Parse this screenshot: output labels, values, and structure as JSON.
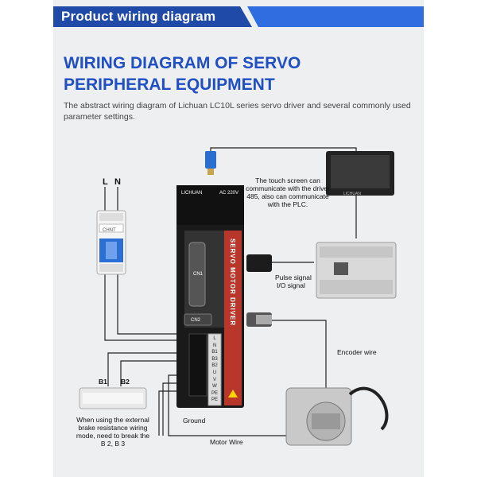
{
  "header": {
    "banner_title": "Product wiring diagram"
  },
  "headline": {
    "line1": "WIRING DIAGRAM OF SERVO",
    "line2": "PERIPHERAL EQUIPMENT"
  },
  "description": "The abstract wiring diagram of Lichuan LC10L series servo driver and several commonly used parameter settings.",
  "breaker": {
    "label_l": "L",
    "label_n": "N",
    "brand": "CHNT"
  },
  "driver": {
    "brand": "LICHUAN",
    "voltage": "AC 220V",
    "side_label": "SERVO MOTOR DRIVER",
    "port_cn1": "CN1",
    "port_cn2": "CN2",
    "terminals": [
      "L",
      "N",
      "B1",
      "B3",
      "B2",
      "U",
      "V",
      "W",
      "PE",
      "PE"
    ]
  },
  "touchscreen": {
    "brand": "LICHUAN"
  },
  "annotations": {
    "touch_note": "The touch screen can communicate with the driver 485, also can communicate with the PLC.",
    "pulse_signal": "Pulse signal",
    "io_signal": "I/O signal",
    "encoder_wire": "Encoder wire",
    "b1": "B1",
    "b2": "B2",
    "brake_note": "When using the external brake resistance wiring mode, need to break the B 2, B 3",
    "ground": "Ground",
    "motor_wire": "Motor Wire"
  },
  "colors": {
    "accent": "#1f4fc2",
    "banner_dark": "#1f4aa8",
    "banner_light": "#2f6ee0",
    "driver_red": "#b8372a",
    "breaker_blue": "#2b6fd6"
  }
}
